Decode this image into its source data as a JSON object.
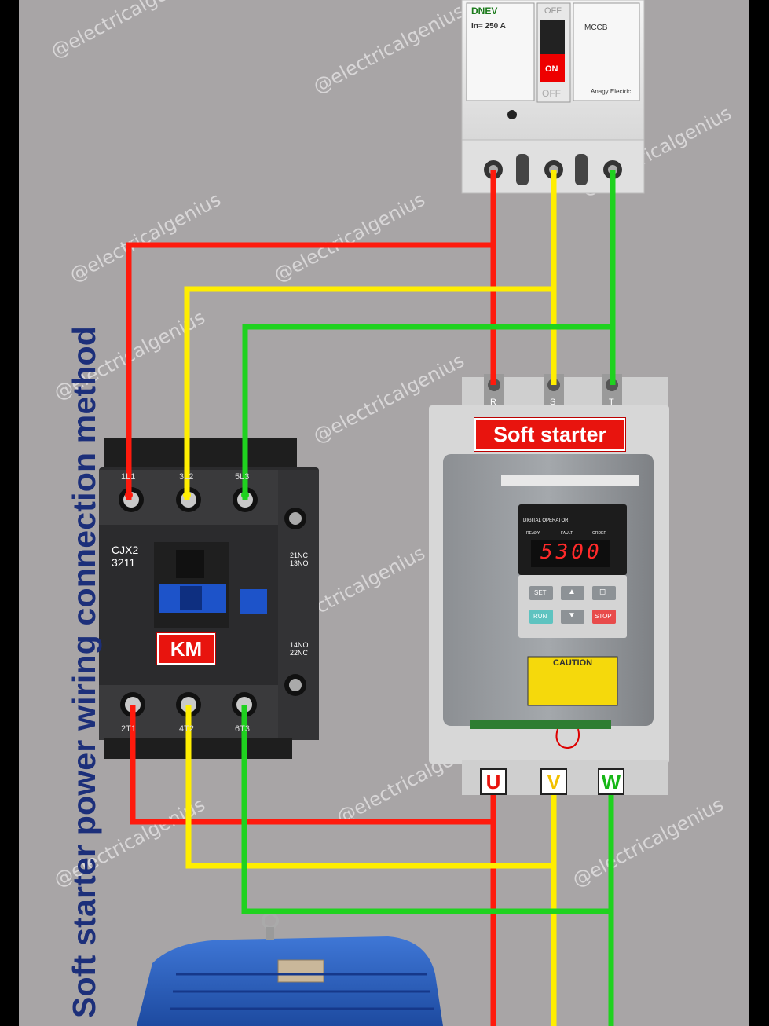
{
  "title": "Soft starter power wiring connection method",
  "watermark": "@electricalgenius",
  "breaker": {
    "brand": "DNEV",
    "rating": "In= 250 A",
    "type": "MCCB",
    "maker": "Anagy Electric",
    "on_label": "ON",
    "off_label": "OFF",
    "off_top": "OFF"
  },
  "contactor": {
    "model": "CJX2\n3211",
    "model_line1": "CJX2",
    "model_line2": "3211",
    "tag": "KM",
    "aux_top_line1": "21NC",
    "aux_top_line2": "13NO",
    "aux_bottom_line1": "14NO",
    "aux_bottom_line2": "22NC",
    "top_terminals": [
      "1L1",
      "3L2",
      "5L3"
    ],
    "bottom_terminals": [
      "2T1",
      "4T2",
      "6T3"
    ]
  },
  "soft_starter": {
    "tag": "Soft starter",
    "display_value": "5300",
    "display_header": "DIGITAL OPERATOR",
    "indicators": [
      "READY",
      "FAULT",
      "ORDER"
    ],
    "caution_title": "CAUTION",
    "input_terminals": [
      "R",
      "S",
      "T"
    ],
    "output_terminals": [
      "U",
      "V",
      "W"
    ],
    "keys": [
      "SET",
      "▲",
      "◻",
      "RUN",
      "▼",
      "STOP"
    ]
  },
  "colors": {
    "phase1": "#ff1a0d",
    "phase2": "#ffee00",
    "phase3": "#1fd21f",
    "title": "#1c2f7a",
    "background": "#a8a5a6"
  }
}
